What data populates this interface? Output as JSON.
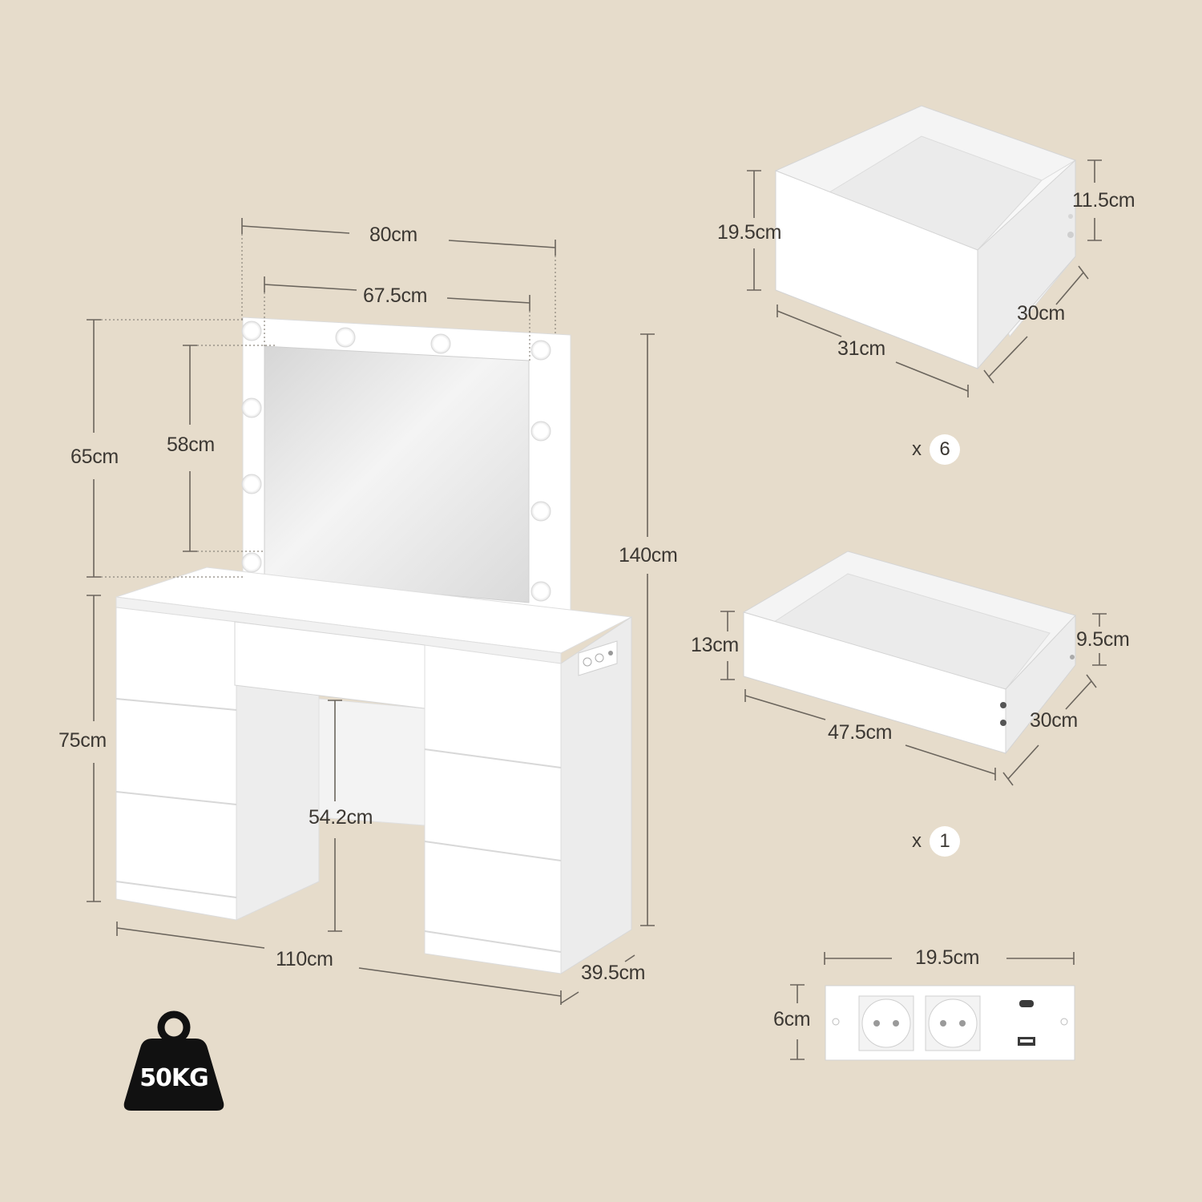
{
  "colors": {
    "background": "#e6dccb",
    "furniture": "#ffffff",
    "shadow": "#e2e2e2",
    "lines": "#6b655d",
    "text": "#3c3833",
    "weight_icon": "#111111"
  },
  "vanity": {
    "total_width": "80cm",
    "mirror_width": "67.5cm",
    "frame_height": "65cm",
    "mirror_height": "58cm",
    "total_height": "140cm",
    "table_height": "75cm",
    "knee_height": "54.2cm",
    "table_width": "110cm",
    "table_depth": "39.5cm",
    "bulb_count": 10
  },
  "drawer_large": {
    "height": "19.5cm",
    "inner_height": "11.5cm",
    "width": "31cm",
    "depth": "30cm",
    "quantity_prefix": "x",
    "quantity": "6"
  },
  "drawer_wide": {
    "height": "13cm",
    "inner_height": "9.5cm",
    "width": "47.5cm",
    "depth": "30cm",
    "quantity_prefix": "x",
    "quantity": "1"
  },
  "socket_panel": {
    "width": "19.5cm",
    "height": "6cm",
    "outlets": 2,
    "usb_ports": [
      "usb-c-icon",
      "usb-a-icon"
    ]
  },
  "weight": {
    "label": "50KG",
    "icon": "weight-icon"
  }
}
